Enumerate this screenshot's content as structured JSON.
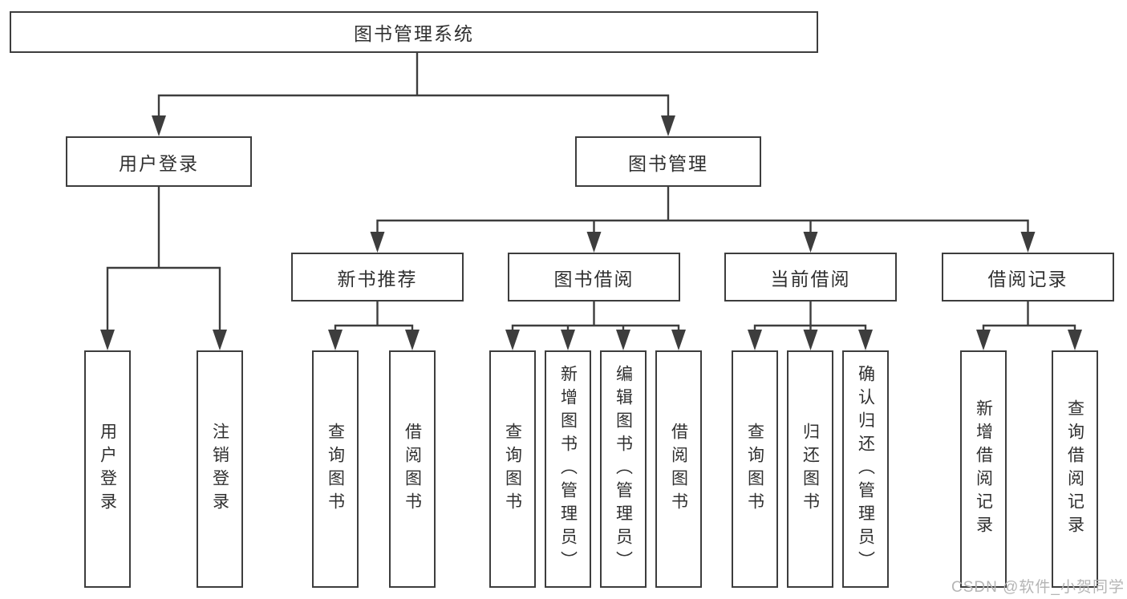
{
  "diagram": {
    "title": "图书管理系统",
    "colors": {
      "line": "#3d3d3d",
      "border": "#3d3d3d",
      "text": "#303030",
      "background": "#ffffff",
      "watermark": "#b5b5b5"
    },
    "tree": {
      "root": {
        "label": "图书管理系统",
        "children": [
          {
            "label": "用户登录",
            "children": [
              {
                "label": "用户登录"
              },
              {
                "label": "注销登录"
              }
            ]
          },
          {
            "label": "图书管理",
            "children": [
              {
                "label": "新书推荐",
                "children": [
                  {
                    "label": "查询图书"
                  },
                  {
                    "label": "借阅图书"
                  }
                ]
              },
              {
                "label": "图书借阅",
                "children": [
                  {
                    "label": "查询图书"
                  },
                  {
                    "label": "新增图书（管理员）"
                  },
                  {
                    "label": "编辑图书（管理员）"
                  },
                  {
                    "label": "借阅图书"
                  }
                ]
              },
              {
                "label": "当前借阅",
                "children": [
                  {
                    "label": "查询图书"
                  },
                  {
                    "label": "归还图书"
                  },
                  {
                    "label": "确认归还（管理员）"
                  }
                ]
              },
              {
                "label": "借阅记录",
                "children": [
                  {
                    "label": "新增借阅记录"
                  },
                  {
                    "label": "查询借阅记录"
                  }
                ]
              }
            ]
          }
        ]
      }
    },
    "watermark": {
      "text": "CSDN @软件_小贺同学"
    }
  }
}
